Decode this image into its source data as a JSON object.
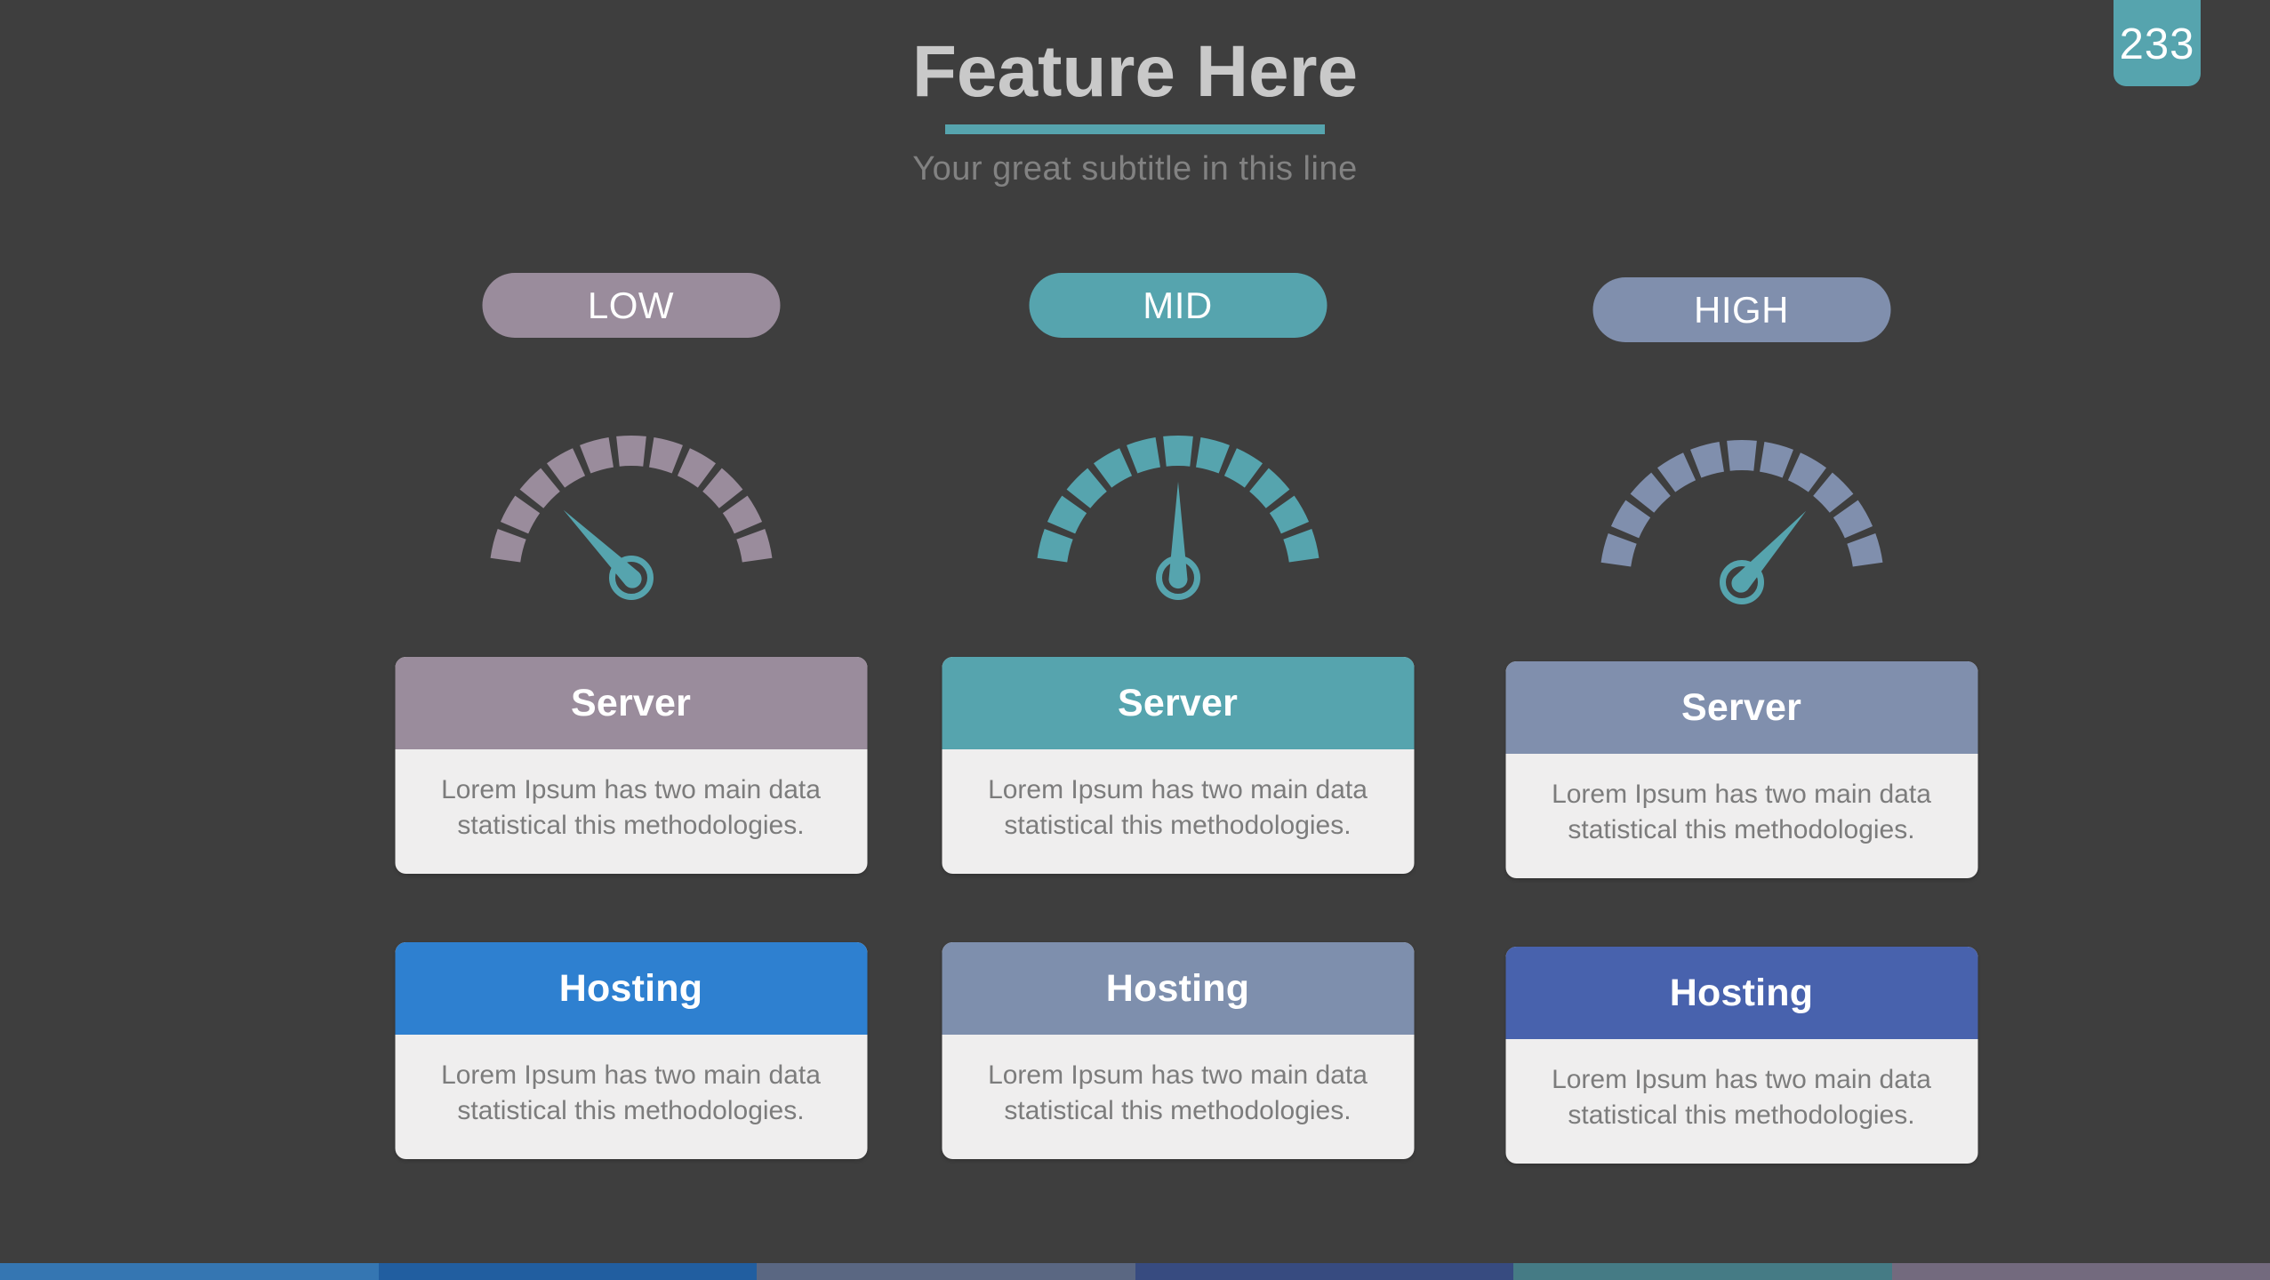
{
  "badge": {
    "value": "233",
    "color": "#56a4ae"
  },
  "header": {
    "title": "Feature Here",
    "subtitle": "Your great subtitle in this line",
    "rule_color": "#56a4ae",
    "title_color": "#c9c9c9",
    "subtitle_color": "#828282"
  },
  "background_color": "#3e3e3e",
  "body_text": "Lorem Ipsum has two main data statistical this methodologies.",
  "columns": [
    {
      "pill": {
        "label": "LOW",
        "color": "#9a8c9c"
      },
      "gauge": {
        "name": "speedometer-gauge-low",
        "arc_color": "#9a8c9c",
        "needle_color": "#56a4ae",
        "needle_angle_deg": 135,
        "segments": 11
      },
      "server_card": {
        "title": "Server",
        "header_color": "#9a8c9c",
        "text": "Lorem Ipsum has two main data statistical this methodologies."
      },
      "hosting_card": {
        "title": "Hosting",
        "header_color": "#2e80d0",
        "text": "Lorem Ipsum has two main data statistical this methodologies."
      }
    },
    {
      "pill": {
        "label": "MID",
        "color": "#56a4ae"
      },
      "gauge": {
        "name": "speedometer-gauge-mid",
        "arc_color": "#56a4ae",
        "needle_color": "#56a4ae",
        "needle_angle_deg": 90,
        "segments": 11
      },
      "server_card": {
        "title": "Server",
        "header_color": "#56a4ae",
        "text": "Lorem Ipsum has two main data statistical this methodologies."
      },
      "hosting_card": {
        "title": "Hosting",
        "header_color": "#7e8fad",
        "text": "Lorem Ipsum has two main data statistical this methodologies."
      }
    },
    {
      "pill": {
        "label": "HIGH",
        "color": "#808fad"
      },
      "gauge": {
        "name": "speedometer-gauge-high",
        "arc_color": "#808fad",
        "needle_color": "#56a4ae",
        "needle_angle_deg": 48,
        "segments": 11
      },
      "server_card": {
        "title": "Server",
        "header_color": "#808fad",
        "text": "Lorem Ipsum has two main data statistical this methodologies."
      },
      "hosting_card": {
        "title": "Hosting",
        "header_color": "#4862ad",
        "text": "Lorem Ipsum has two main data statistical this methodologies."
      }
    }
  ],
  "swatch_bar": {
    "colors": [
      "#3576b2",
      "#215ea0",
      "#5a6782",
      "#374b80",
      "#457b85",
      "#736a7e"
    ]
  }
}
